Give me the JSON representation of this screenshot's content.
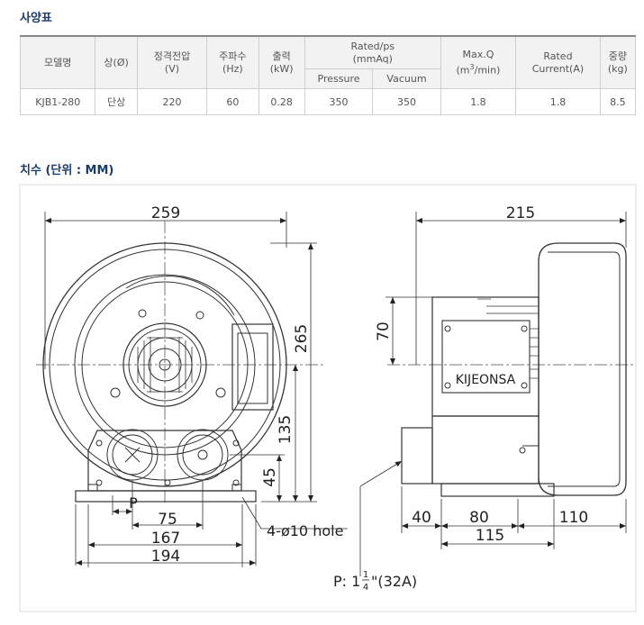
{
  "spec_title": "사양표",
  "dims_title": "치수 (단위 : MM)",
  "table": {
    "headers": {
      "model": "모델명",
      "phase": "상(Ø)",
      "voltage": "정격전압",
      "voltage_unit": "(V)",
      "freq": "주파수",
      "freq_unit": "(Hz)",
      "output": "출력",
      "output_unit": "(kW)",
      "rated": "Rated/ps",
      "rated_unit": "(mmAq)",
      "pressure": "Pressure",
      "vacuum": "Vacuum",
      "maxq": "Max.Q",
      "maxq_unit_pre": "(m",
      "maxq_sup": "3",
      "maxq_unit_post": "/min)",
      "current": "Rated",
      "current_unit": "Current(A)",
      "weight": "중량",
      "weight_unit": "(kg)"
    },
    "row": {
      "model": "KJB1-280",
      "phase": "단상",
      "voltage": "220",
      "freq": "60",
      "output": "0.28",
      "pressure": "350",
      "vacuum": "350",
      "maxq": "1.8",
      "current": "1.8",
      "weight": "8.5"
    }
  },
  "drawing": {
    "front": {
      "width": "259",
      "height": "265",
      "center_height": "135",
      "port_height": "45",
      "port_label": "P",
      "port_spacing": "75",
      "base_inner": "167",
      "base_outer": "194",
      "hole_label": "4-ø10 hole"
    },
    "side": {
      "depth": "215",
      "motor_offset": "70",
      "brand": "KIJEONSA",
      "d40": "40",
      "d80": "80",
      "d110": "110",
      "d115": "115",
      "port_note_pre": "P: 1",
      "port_note_num": "1",
      "port_note_den": "4",
      "port_note_post": "\"(32A)"
    }
  }
}
